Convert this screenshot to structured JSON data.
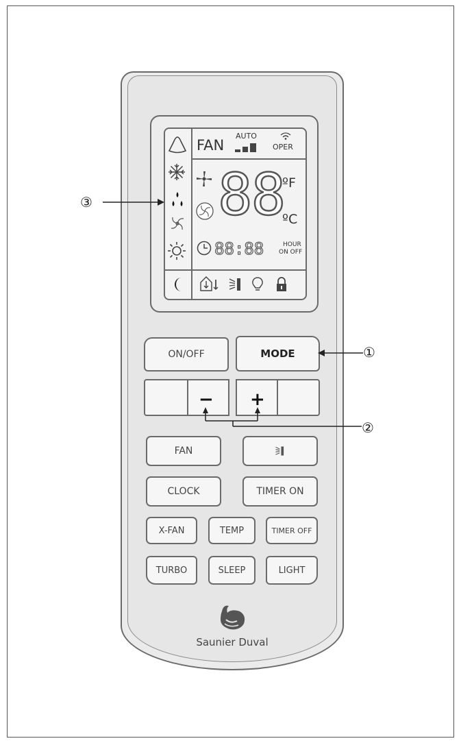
{
  "lcd": {
    "fan": "FAN",
    "auto": "AUTO",
    "oper": "OPER",
    "digits": "88",
    "unit_f": "ºF",
    "unit_c": "ºC",
    "clock_digits": "88:88",
    "hour": "HOUR",
    "on_off": "ON OFF"
  },
  "buttons": {
    "on_off": "ON/OFF",
    "mode": "MODE",
    "minus": "−",
    "plus": "+",
    "fan": "FAN",
    "clock": "CLOCK",
    "timer_on": "TIMER ON",
    "x_fan": "X-FAN",
    "temp": "TEMP",
    "timer_off": "TIMER OFF",
    "turbo": "TURBO",
    "sleep": "SLEEP",
    "light": "LIGHT"
  },
  "callouts": {
    "one": "①",
    "two": "②",
    "three": "③"
  },
  "brand": "Saunier Duval"
}
